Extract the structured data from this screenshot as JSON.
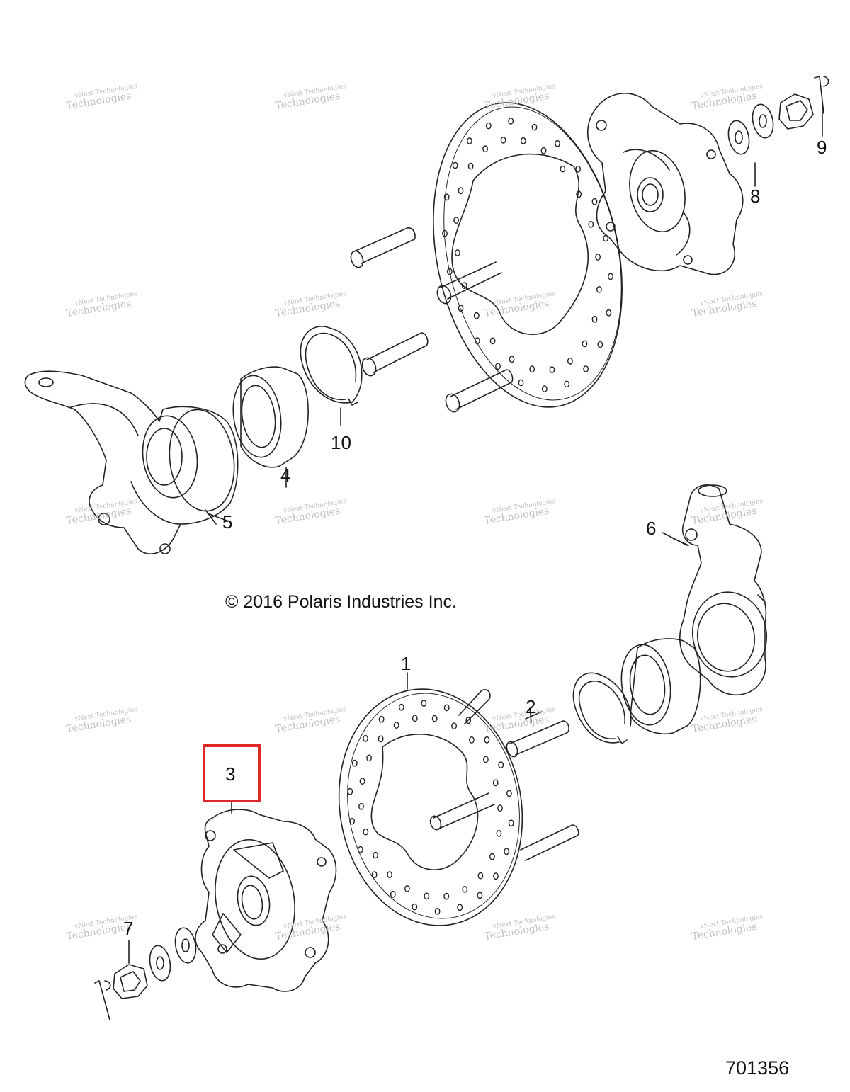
{
  "diagram": {
    "copyright": "© 2016 Polaris Industries Inc.",
    "figure_number": "701356",
    "highlight_color": "#e02a2a",
    "watermark": {
      "line1": "vNext Technologies",
      "line2": "Technologies"
    },
    "callouts": {
      "c1": "1",
      "c2": "2",
      "c3": "3",
      "c4": "4",
      "c5": "5",
      "c6": "6",
      "c7": "7",
      "c8": "8",
      "c9": "9",
      "c10": "10"
    }
  }
}
